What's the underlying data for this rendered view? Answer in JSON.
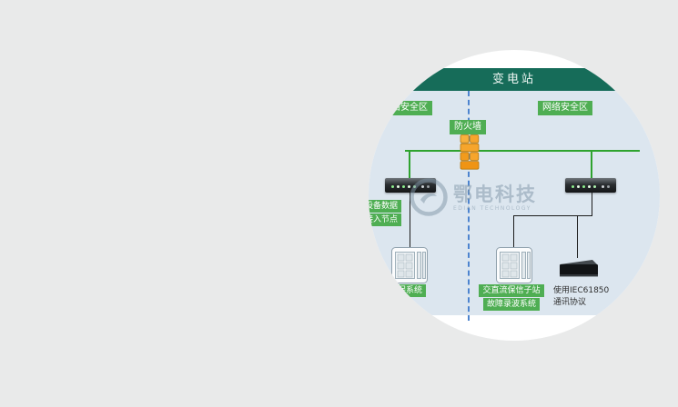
{
  "diagram": {
    "title": "变电站",
    "zone_left_label": "网络安全区",
    "zone_right_label": "网络安全区",
    "firewall_label": "防火墙",
    "access_node_line1": "主设备数据",
    "access_node_line2": "接入节点",
    "bottom_left_label": "保系统",
    "bottom_center_line1": "交直流保信子站",
    "bottom_center_line2": "故障录波系统",
    "bottom_right_line1": "使用IEC61850",
    "bottom_right_line2": "通讯协议",
    "watermark_cn": "鄂电科技",
    "watermark_en": "EDIAN TECHNOLOGY",
    "colors": {
      "header_bg": "#166c59",
      "panel_bg": "#dce6ef",
      "zone_label_bg": "#4fae53",
      "green_line": "#2fa32f",
      "dashed_line": "#4d84cf",
      "firewall_orange": "#f5a12b"
    }
  }
}
